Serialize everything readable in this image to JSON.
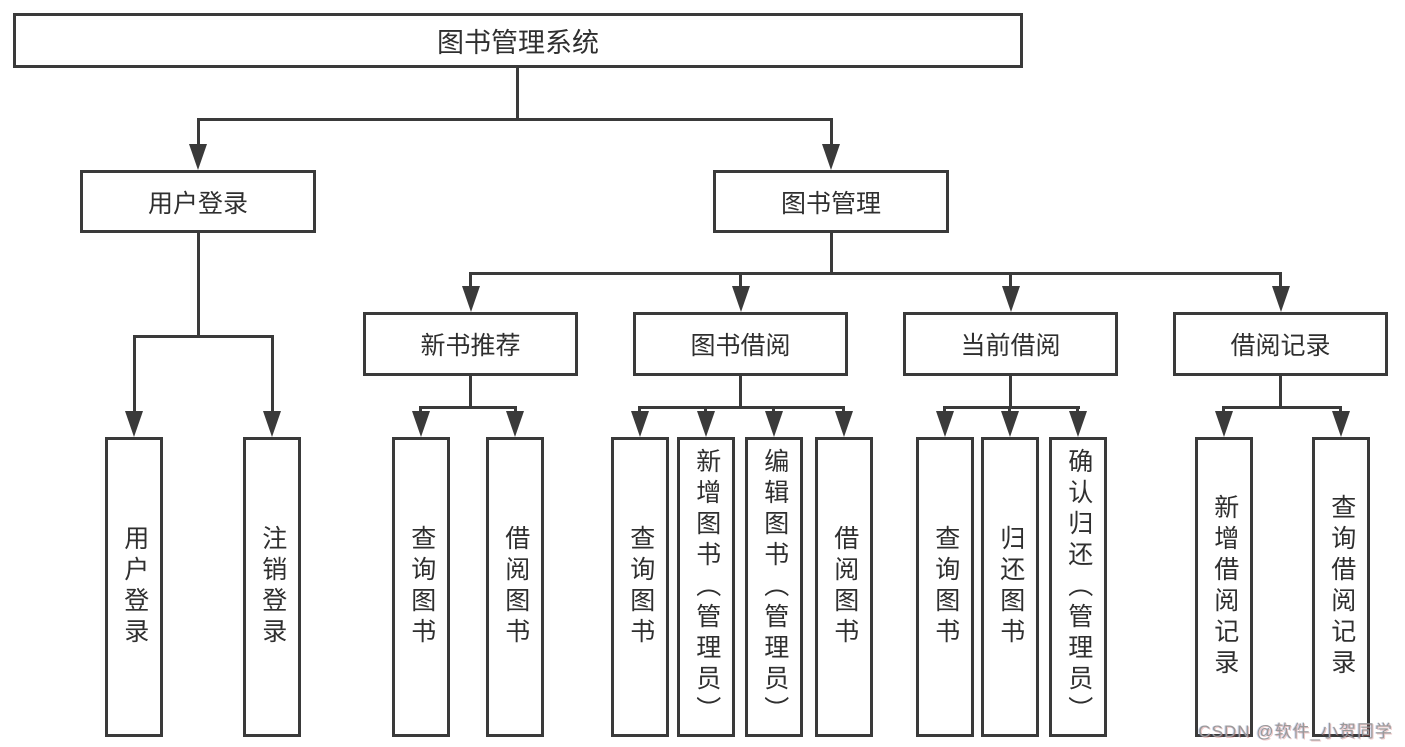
{
  "diagram": {
    "title": "图书管理系统",
    "root": {
      "label": "图书管理系统"
    },
    "branches": {
      "user_login": {
        "label": "用户登录",
        "children": [
          "用户登录",
          "注销登录"
        ]
      },
      "book_management": {
        "label": "图书管理",
        "children": {
          "new_book_recommend": {
            "label": "新书推荐",
            "children": [
              "查询图书",
              "借阅图书"
            ]
          },
          "book_borrow": {
            "label": "图书借阅",
            "children": [
              "查询图书",
              "新增图书（管理员）",
              "编辑图书（管理员）",
              "借阅图书"
            ]
          },
          "current_borrow": {
            "label": "当前借阅",
            "children": [
              "查询图书",
              "归还图书",
              "确认归还（管理员）"
            ]
          },
          "borrow_records": {
            "label": "借阅记录",
            "children": [
              "新增借阅记录",
              "查询借阅记录"
            ]
          }
        }
      }
    }
  },
  "watermark": {
    "text": "CSDN @软件_小贺同学"
  },
  "colors": {
    "line": "#3a3a3a",
    "text": "#2f2f2f",
    "background": "#ffffff",
    "watermark": "#9a9a9a"
  }
}
